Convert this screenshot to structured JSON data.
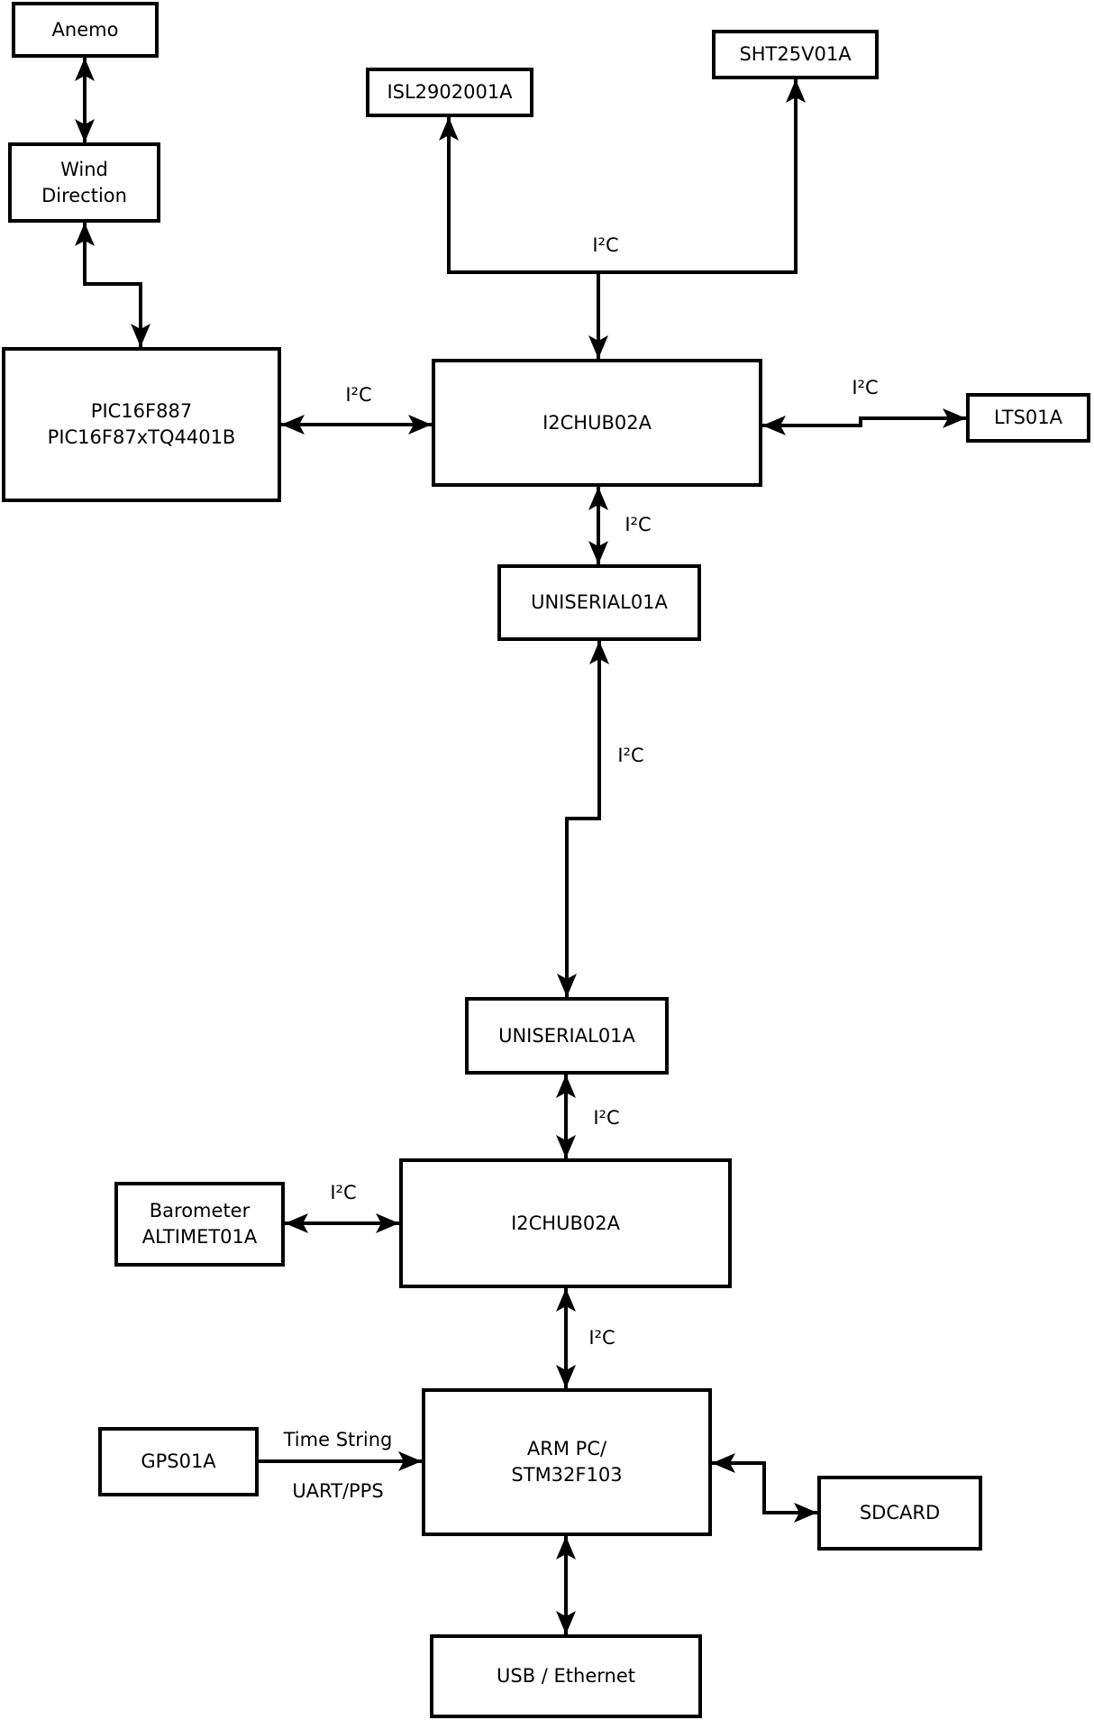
{
  "diagram": {
    "nodes": {
      "anemo": {
        "label": "Anemo"
      },
      "wind": {
        "line1": "Wind",
        "line2": "Direction"
      },
      "pic": {
        "line1": "PIC16F887",
        "line2": "PIC16F87xTQ4401B"
      },
      "isl": {
        "label": "ISL2902001A"
      },
      "sht": {
        "label": "SHT25V01A"
      },
      "hub1": {
        "label": "I2CHUB02A"
      },
      "lts": {
        "label": "LTS01A"
      },
      "uni1": {
        "label": "UNISERIAL01A"
      },
      "uni2": {
        "label": "UNISERIAL01A"
      },
      "hub2": {
        "label": "I2CHUB02A"
      },
      "baro": {
        "line1": "Barometer",
        "line2": "ALTIMET01A"
      },
      "arm": {
        "line1": "ARM PC/",
        "line2": "STM32F103"
      },
      "gps": {
        "label": "GPS01A"
      },
      "sdcard": {
        "label": "SDCARD"
      },
      "usb": {
        "label": "USB / Ethernet"
      }
    },
    "edge_labels": {
      "bus_top": "I²C",
      "pic_hub1": "I²C",
      "hub1_lts": "I²C",
      "hub1_uni1": "I²C",
      "uni1_uni2": "I²C",
      "uni2_hub2": "I²C",
      "baro_hub2": "I²C",
      "hub2_arm": "I²C",
      "gps_arm_top": "Time String",
      "gps_arm_bot": "UART/PPS"
    },
    "colors": {
      "line": "#000000",
      "background": "#ffffff"
    }
  }
}
